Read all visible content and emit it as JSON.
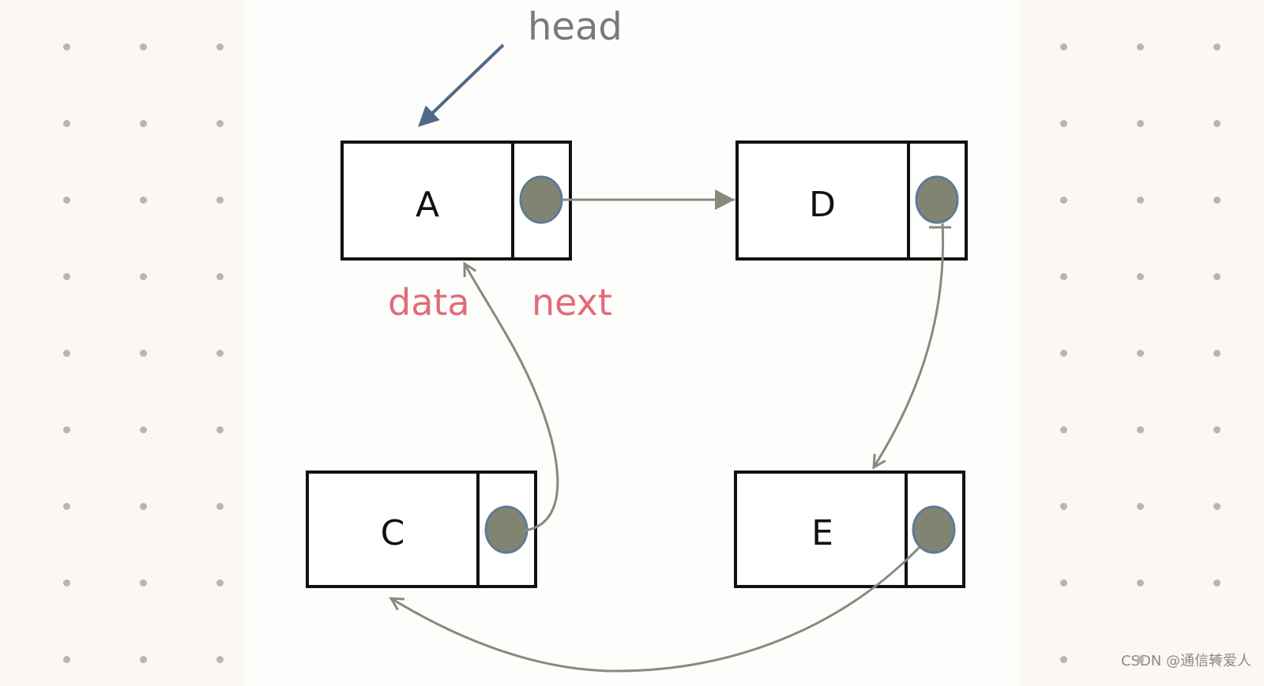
{
  "labels": {
    "head": "head",
    "data": "data",
    "next": "next"
  },
  "nodes": [
    {
      "id": "a",
      "label": "A"
    },
    {
      "id": "d",
      "label": "D"
    },
    {
      "id": "c",
      "label": "C"
    },
    {
      "id": "e",
      "label": "E"
    }
  ],
  "links": [
    {
      "from": "A",
      "to": "D"
    },
    {
      "from": "D",
      "to": "E"
    },
    {
      "from": "E",
      "to": "C"
    },
    {
      "from": "C",
      "to": "A"
    }
  ],
  "colors": {
    "pointer_fill": "#838372",
    "pointer_stroke": "#5f7a96",
    "arrow_gray": "#878a7d",
    "head_arrow": "#4e6a86",
    "label_pink": "#e36b78"
  },
  "watermark": "CSDN @通信转爱人"
}
